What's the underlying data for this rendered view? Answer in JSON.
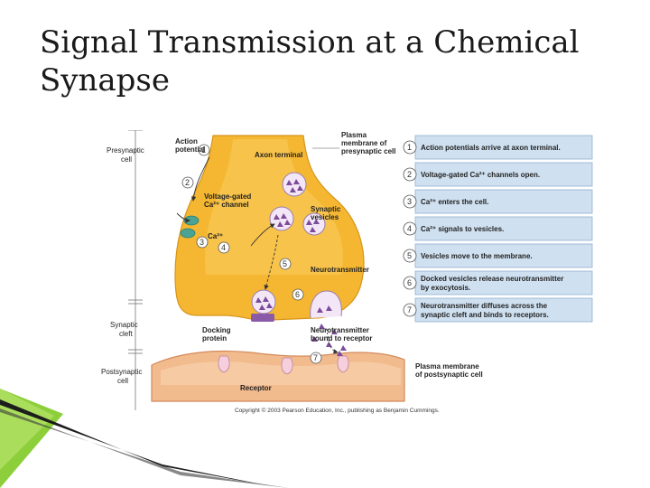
{
  "slide": {
    "title": "Signal Transmission at a Chemical Synapse"
  },
  "diagram": {
    "side_labels": {
      "presynaptic": [
        "Presynaptic",
        "cell"
      ],
      "cleft": [
        "Synaptic",
        "cleft"
      ],
      "postsynaptic": [
        "Postsynaptic",
        "cell"
      ]
    },
    "labels": {
      "action_potential": [
        "Action",
        "potential"
      ],
      "axon_terminal": "Axon terminal",
      "plasma_pre": [
        "Plasma",
        "membrane of",
        "presynaptic cell"
      ],
      "ca_channel": [
        "Voltage-gated",
        "Ca²⁺ channel"
      ],
      "ca": "Ca²⁺",
      "synaptic_vesicles": [
        "Synaptic",
        "vesicles"
      ],
      "neurotransmitter": "Neurotransmitter",
      "docking_protein": [
        "Docking",
        "protein"
      ],
      "nt_bound": [
        "Neurotransmitter",
        "bound to receptor"
      ],
      "receptor": "Receptor",
      "plasma_post": [
        "Plasma membrane",
        "of postsynaptic cell"
      ]
    },
    "steps": [
      {
        "n": "1",
        "text": [
          "Action potentials arrive at axon terminal."
        ]
      },
      {
        "n": "2",
        "text": [
          "Voltage-gated Ca²⁺ channels open."
        ]
      },
      {
        "n": "3",
        "text": [
          "Ca²⁺ enters the cell."
        ]
      },
      {
        "n": "4",
        "text": [
          "Ca²⁺ signals to vesicles."
        ]
      },
      {
        "n": "5",
        "text": [
          "Vesicles move to the membrane."
        ]
      },
      {
        "n": "6",
        "text": [
          "Docked vesicles release neurotransmitter",
          "by exocytosis."
        ]
      },
      {
        "n": "7",
        "text": [
          "Neurotransmitter diffuses across the",
          "synaptic cleft and binds to receptors."
        ]
      }
    ],
    "copyright": "Copyright © 2003 Pearson Education, Inc., publishing as Benjamin Cummings.",
    "colors": {
      "terminal": "#f5b731",
      "terminal_light": "#fbd36a",
      "postsynaptic": "#f2bb8e",
      "step_box": "#cfe0f0",
      "step_border": "#8fb0d0",
      "neurotransmitter": "#7b4c9a",
      "channel": "#4aa394"
    }
  }
}
